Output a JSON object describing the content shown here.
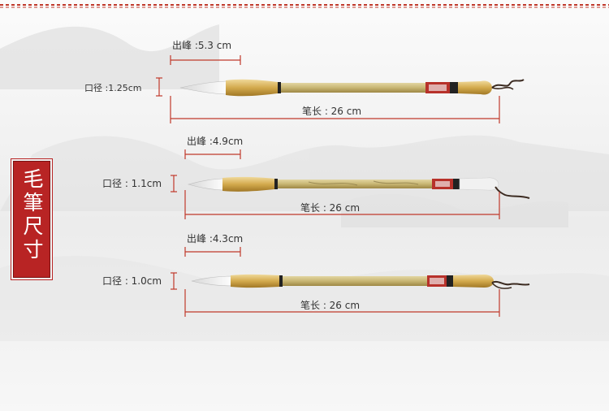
{
  "title": "毛筆尺寸",
  "brushes": [
    {
      "tip_label": "出峰 :5.3 cm",
      "diameter_label": "口径 :1.25cm",
      "length_label": "笔长 : 26  cm"
    },
    {
      "tip_label": "出峰 :4.9cm",
      "diameter_label": "口径 : 1.1cm",
      "length_label": "笔长 : 26  cm"
    },
    {
      "tip_label": "出峰 :4.3cm",
      "diameter_label": "口径 : 1.0cm",
      "length_label": "笔长 : 26  cm"
    }
  ],
  "colors": {
    "border_dash": "#c0392b",
    "title_bg": "#b82424",
    "bamboo": "#c9b97a",
    "bamboo_dark": "#a58f4a",
    "ferrule": "#d8b25a",
    "hair_tip": "#f2f2f2",
    "dim_line": "#c0392b"
  }
}
